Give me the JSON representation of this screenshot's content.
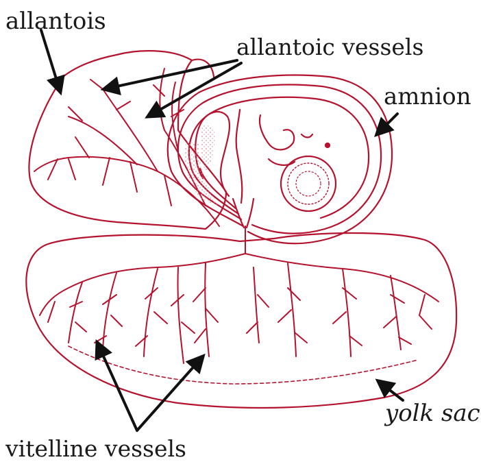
{
  "labels": {
    "allantois": "allantois",
    "allantoic_vessels": "allantoic vessels",
    "amnion": "amnion",
    "yolk_sac": "yolk sac",
    "vitelline_vessels": "vitelline vessels"
  },
  "colors": {
    "structure": "#b5122e",
    "label": "#1a1a1a",
    "stipple": "#d99aa6"
  }
}
